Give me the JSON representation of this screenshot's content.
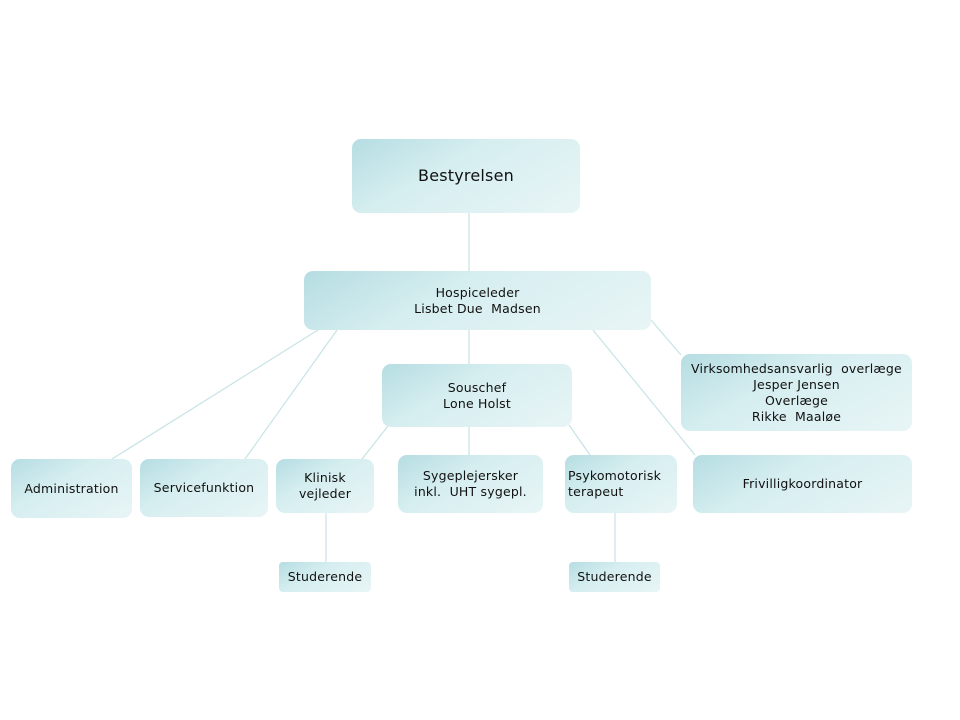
{
  "chart": {
    "boxes": {
      "board": [
        "Bestyrelsen"
      ],
      "leader": [
        "Hospiceleder",
        "Lisbet Due  Madsen"
      ],
      "deputy": [
        "Souschef",
        "Lone Holst"
      ],
      "doctors": [
        "Virksomhedsansvarlig  overlæge",
        "Jesper Jensen",
        "Overlæge",
        "Rikke  Maaløe"
      ],
      "administration": [
        "Administration"
      ],
      "service": [
        "Servicefunktion"
      ],
      "clinical_supervisor": [
        "Klinisk",
        "vejleder"
      ],
      "nurses": [
        "Sygeplejersker",
        "inkl.  UHT sygepl."
      ],
      "psychomotor": [
        "Psykomotorisk",
        "terapeut"
      ],
      "volunteer": [
        "Frivilligkoordinator"
      ],
      "students_1": [
        "Studerende"
      ],
      "students_2": [
        "Studerende"
      ]
    }
  }
}
